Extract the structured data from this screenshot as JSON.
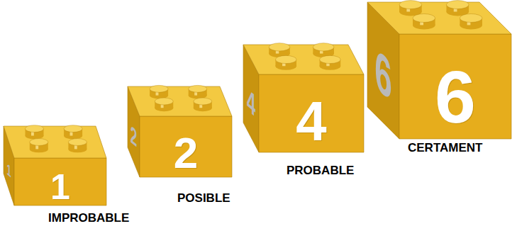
{
  "diagram": {
    "nodes": [
      {
        "text": [
          "1",
          "1",
          "IMPROBABLE"
        ]
      },
      {
        "text": [
          "2",
          "2",
          "POSIBLE"
        ]
      },
      {
        "text": [
          "4",
          "4",
          "PROBABLE"
        ]
      },
      {
        "text": [
          "6",
          "6",
          "CERTAMENT"
        ]
      }
    ]
  }
}
